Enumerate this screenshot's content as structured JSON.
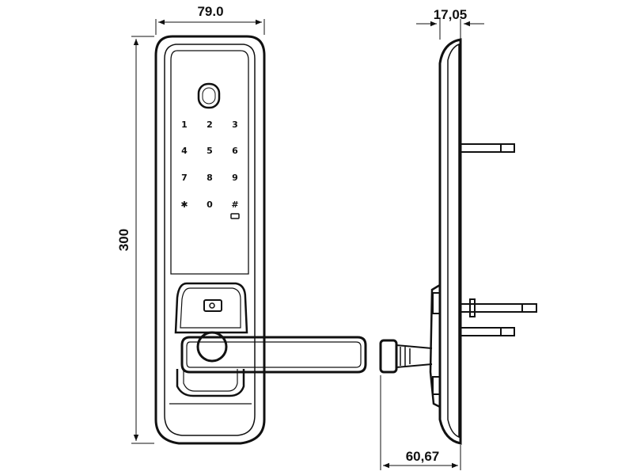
{
  "dimensions": {
    "front_width": "79.0",
    "front_height": "300",
    "side_depth_top": "17,05",
    "side_depth_bottom": "60,67"
  },
  "keypad": {
    "keys": [
      "1",
      "2",
      "3",
      "4",
      "5",
      "6",
      "7",
      "8",
      "9",
      "✱",
      "0",
      "#"
    ]
  },
  "icons": {
    "fingerprint": "fingerprint-sensor-icon",
    "lock_indicator": "lock-indicator-icon"
  }
}
